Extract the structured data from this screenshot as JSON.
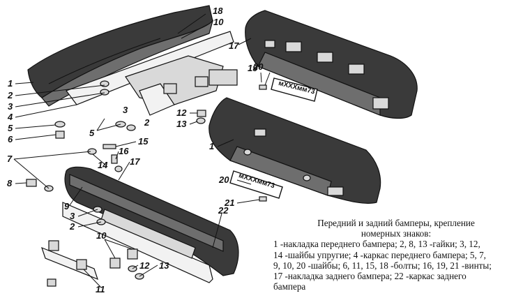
{
  "caption": {
    "title_line1": "Передний и задний бамперы, крепление",
    "title_line2": "номерных знаков:",
    "legend_lines": [
      "1 -накладка переднего бампера; 2, 8, 13 -гайки; 3, 12,",
      "14 -шайбы упругие; 4 -каркас переднего бампера; 5, 7,",
      "9, 10, 20 -шайбы; 6, 11, 15, 18 -болты; 16, 19, 21 -винты;",
      "17 -накладка заднего бампера; 22 -каркас заднего",
      "бампера"
    ]
  },
  "plate_text": "мXXXмм73",
  "callouts": {
    "c18": "18",
    "c10a": "10",
    "c17a": "17",
    "c1a": "1",
    "c2a": "2",
    "c3a": "3",
    "c4": "4",
    "c5a": "5",
    "c6": "6",
    "c3b": "3",
    "c2b": "2",
    "c5b": "5",
    "c19": "19",
    "c20a": "20",
    "c12a": "12",
    "c13a": "13",
    "c1b": "1",
    "c15": "15",
    "c7": "7",
    "c14": "14",
    "c16": "16",
    "c17b": "17",
    "c8": "8",
    "c9": "9",
    "c20b": "20",
    "c21": "21",
    "c22": "22",
    "c3c": "3",
    "c2c": "2",
    "c10b": "10",
    "c12b": "12",
    "c13b": "13",
    "c11": "11"
  }
}
